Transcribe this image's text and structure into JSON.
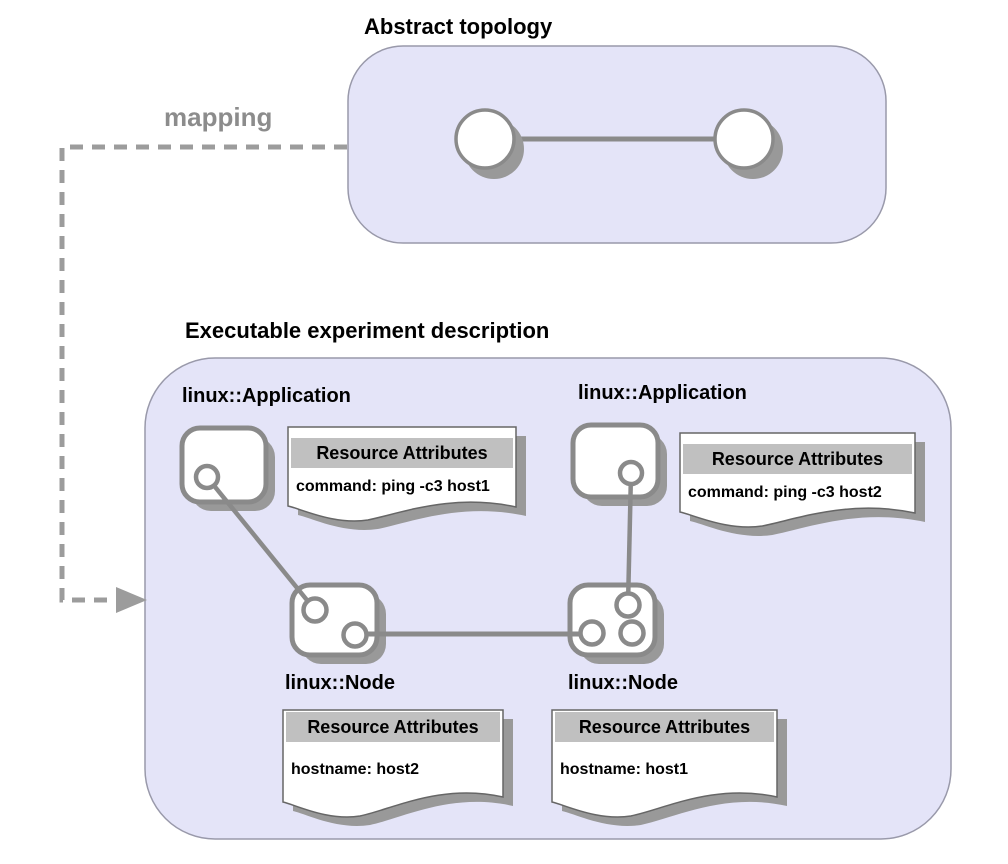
{
  "diagram": {
    "abstract": {
      "title": "Abstract topology",
      "node_count": 2,
      "shapes": [
        "circle-node",
        "circle-node"
      ],
      "link": "line between circle nodes"
    },
    "mapping": {
      "label": "mapping",
      "arrow_style": "dashed, gray, elbow down-left then right into executable panel"
    },
    "executable": {
      "title": "Executable experiment description",
      "applications": [
        {
          "label": "linux::Application",
          "note": {
            "header": "Resource Attributes",
            "body": "command: ping -c3 host1"
          }
        },
        {
          "label": "linux::Application",
          "note": {
            "header": "Resource Attributes",
            "body": "command: ping -c3 host2"
          }
        }
      ],
      "nodes": [
        {
          "label": "linux::Node",
          "note": {
            "header": "Resource Attributes",
            "body": "hostname: host2"
          }
        },
        {
          "label": "linux::Node",
          "note": {
            "header": "Resource Attributes",
            "body": "hostname: host1"
          }
        }
      ]
    },
    "colors": {
      "panel_fill": "#e4e4f8",
      "panel_border": "#9999aa",
      "shape_stroke": "#8a8a8a",
      "shadow": "#999999",
      "note_fill": "#ffffff",
      "note_border": "#666666",
      "note_header_fill": "#c0c0c0",
      "mapping_gray": "#9c9c9c",
      "text": "#000000"
    }
  }
}
